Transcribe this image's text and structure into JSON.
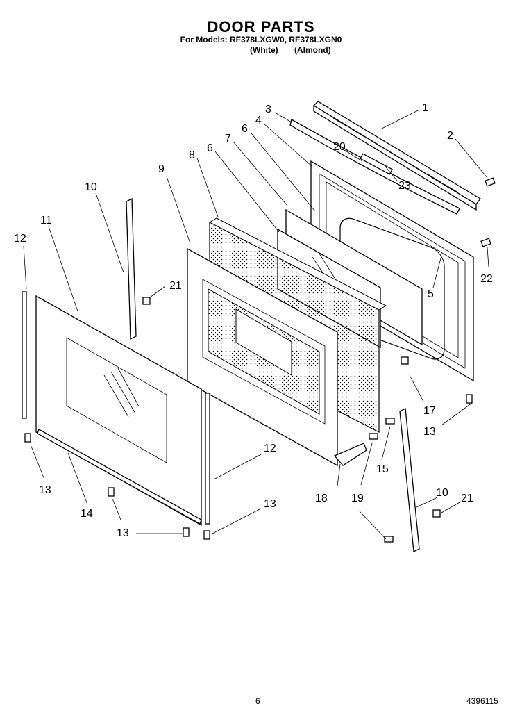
{
  "header": {
    "title": "DOOR PARTS",
    "models_line": "For Models: RF378LXGW0, RF378LXGN0",
    "variant_white": "(White)",
    "variant_almond": "(Almond)"
  },
  "callouts": [
    "1",
    "2",
    "3",
    "4",
    "5",
    "6",
    "6",
    "7",
    "8",
    "9",
    "10",
    "10",
    "11",
    "12",
    "12",
    "13",
    "13",
    "13",
    "13",
    "14",
    "15",
    "17",
    "18",
    "19",
    "20",
    "21",
    "21",
    "22",
    "23"
  ],
  "footer": {
    "page_number": "6",
    "document_number": "4396115"
  }
}
